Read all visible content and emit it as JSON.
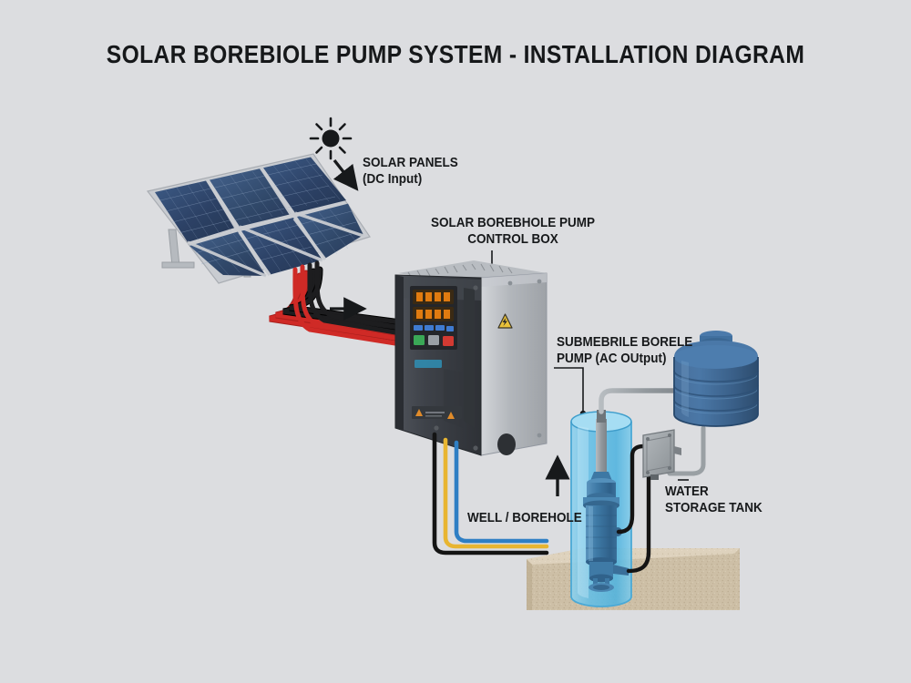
{
  "page": {
    "title": "SOLAR BOREBIOLE PUMP SYSTEM - INSTALLATION DIAGRAM",
    "background_color": "#dcdde0",
    "text_color": "#17191b"
  },
  "labels": {
    "solar_panels": {
      "line1": "SOLAR PANELS",
      "line2": "(DC Input)"
    },
    "control_box": {
      "line1": "SOLAR BOREBHOLE PUMP",
      "line2": "CONTROL BOX"
    },
    "submersible_pump": {
      "line1": "SUBMEBRILE BORELE",
      "line2": "PUMP (AC OUtput)"
    },
    "water_tank": {
      "line1": "WATER",
      "line2": "STORAGE TANK"
    },
    "well": {
      "line1": "WELL / BOREHOLE",
      "line2": ""
    }
  },
  "components": {
    "sun": {
      "name": "sun-icon",
      "color": "#1b1d1f",
      "rays": 8
    },
    "solar_array": {
      "name": "solar-panel-array",
      "rows": 2,
      "columns": 3,
      "panel_color": "#2e4468",
      "frame_color": "#c9ccd1",
      "cell_color": "#3a5580",
      "mount_color": "#b6babf"
    },
    "dc_cables": {
      "name": "dc-input-cables",
      "count": 4,
      "colors": [
        "#cf2a26",
        "#cf2a26",
        "#141414",
        "#141414"
      ]
    },
    "control_box": {
      "name": "pump-controller",
      "body_color": "#3b3e44",
      "side_panel_color": "#b9bcc0",
      "display_color": "#e07b10",
      "display_rows": 2,
      "display_digits": 4,
      "buttons": [
        "#3f7bd1",
        "#3f7bd1",
        "#3f7bd1",
        "#3f7bd1",
        "#3aa856",
        "#9aa0a6",
        "#d23a32"
      ],
      "warning_label": "electrical-hazard-triangle",
      "warning_color": "#e8c13a"
    },
    "ac_cables": {
      "name": "ac-output-cables",
      "count": 3,
      "colors": [
        "#141414",
        "#e8b531",
        "#2f7fc4"
      ]
    },
    "well": {
      "name": "borehole-casing",
      "water_color": "#63bfe8",
      "casing_color": "#8fd4ef"
    },
    "pump": {
      "name": "submersible-pump",
      "body_color": "#3d78a4",
      "shade_color": "#2d5f86",
      "riser_pipe_color": "#9aa0a4"
    },
    "junction_box": {
      "name": "junction-box",
      "color": "#9ea3a7",
      "screws": 4
    },
    "tank": {
      "name": "water-storage-tank",
      "color": "#406d9c",
      "shade_color": "#2f5880",
      "ribs": 4
    },
    "ground": {
      "name": "ground-soil",
      "color": "#cdbda4",
      "top_color": "#ded2bd"
    },
    "arrows": [
      {
        "name": "arrow-sun-to-panels",
        "direction": "down-right"
      },
      {
        "name": "arrow-dc-flow",
        "direction": "right"
      },
      {
        "name": "arrow-water-flow",
        "direction": "up"
      }
    ],
    "leader_lines": [
      {
        "name": "leader-control-box",
        "from": "control-box-label",
        "to": "controller"
      },
      {
        "name": "leader-pump",
        "from": "pump-label",
        "to": "borehole"
      },
      {
        "name": "leader-tank",
        "from": "tank-label",
        "to": "junction-box"
      }
    ]
  }
}
